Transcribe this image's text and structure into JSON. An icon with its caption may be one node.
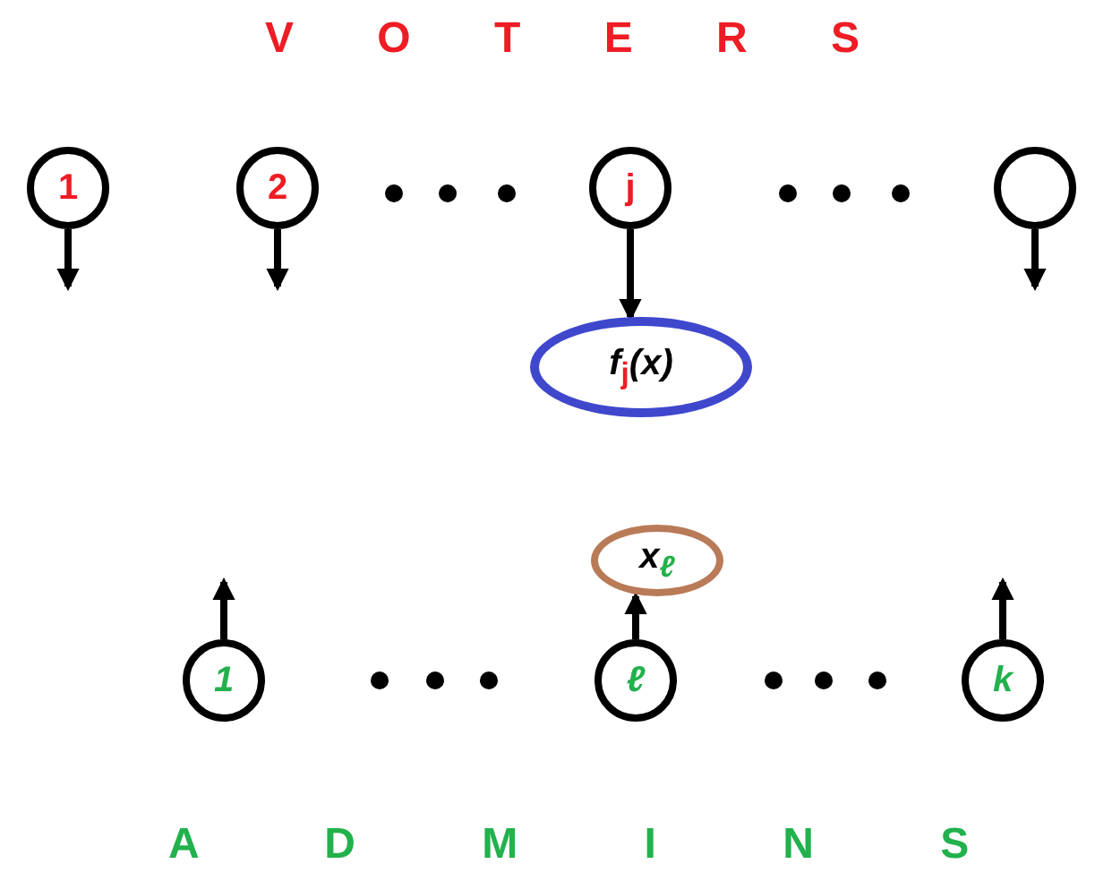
{
  "diagram": {
    "nodes": [
      {
        "text": [
          "1"
        ]
      },
      {
        "text": [
          "2"
        ]
      },
      {
        "text": [
          "j"
        ]
      },
      {
        "text": [],
        "shape": "circle"
      },
      {
        "text": [
          "*f*$_{j}$(*x*)"
        ]
      },
      {
        "text": [
          "*x*$_{ℓ}$"
        ]
      },
      {
        "text": [
          "1"
        ]
      },
      {
        "text": [
          "ℓ"
        ]
      },
      {
        "text": [
          "k"
        ]
      }
    ],
    "edges": [
      {
        "from": 0,
        "to": null,
        "arrow": "to"
      },
      {
        "from": 1,
        "to": null,
        "arrow": "to"
      },
      {
        "from": 2,
        "to": 4,
        "arrow": "to"
      },
      {
        "from": 3,
        "to": null,
        "arrow": "to"
      },
      {
        "from": 6,
        "to": null,
        "arrow": "to"
      },
      {
        "from": 7,
        "to": 5,
        "arrow": "to"
      },
      {
        "from": 8,
        "to": null,
        "arrow": "to"
      }
    ],
    "labels": [
      "V O T E R S",
      "A D M I N S"
    ]
  }
}
